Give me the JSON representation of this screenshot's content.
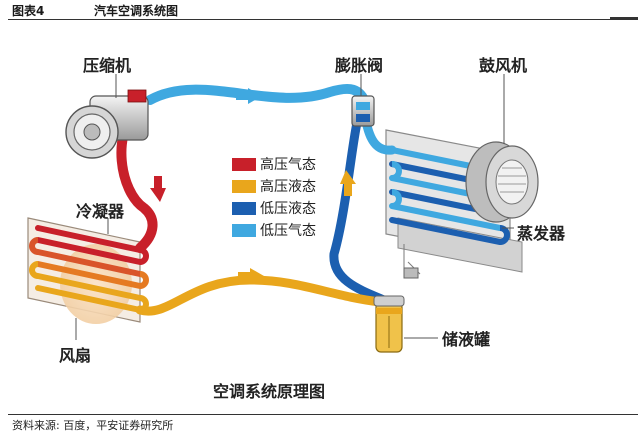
{
  "header": {
    "figure_label": "图表4",
    "figure_title": "汽车空调系统图"
  },
  "components": {
    "compressor": "压缩机",
    "expansion_valve": "膨胀阀",
    "blower": "鼓风机",
    "condenser": "冷凝器",
    "evaporator": "蒸发器",
    "fan": "风扇",
    "receiver_drier": "储液罐"
  },
  "legend": [
    {
      "label": "高压气态",
      "color": "#c8202a"
    },
    {
      "label": "高压液态",
      "color": "#e9a61c"
    },
    {
      "label": "低压液态",
      "color": "#1c5fb0"
    },
    {
      "label": "低压气态",
      "color": "#3fa8e0"
    }
  ],
  "caption": "空调系统原理图",
  "footer": {
    "source": "资料来源: 百度，平安证券研究所"
  }
}
